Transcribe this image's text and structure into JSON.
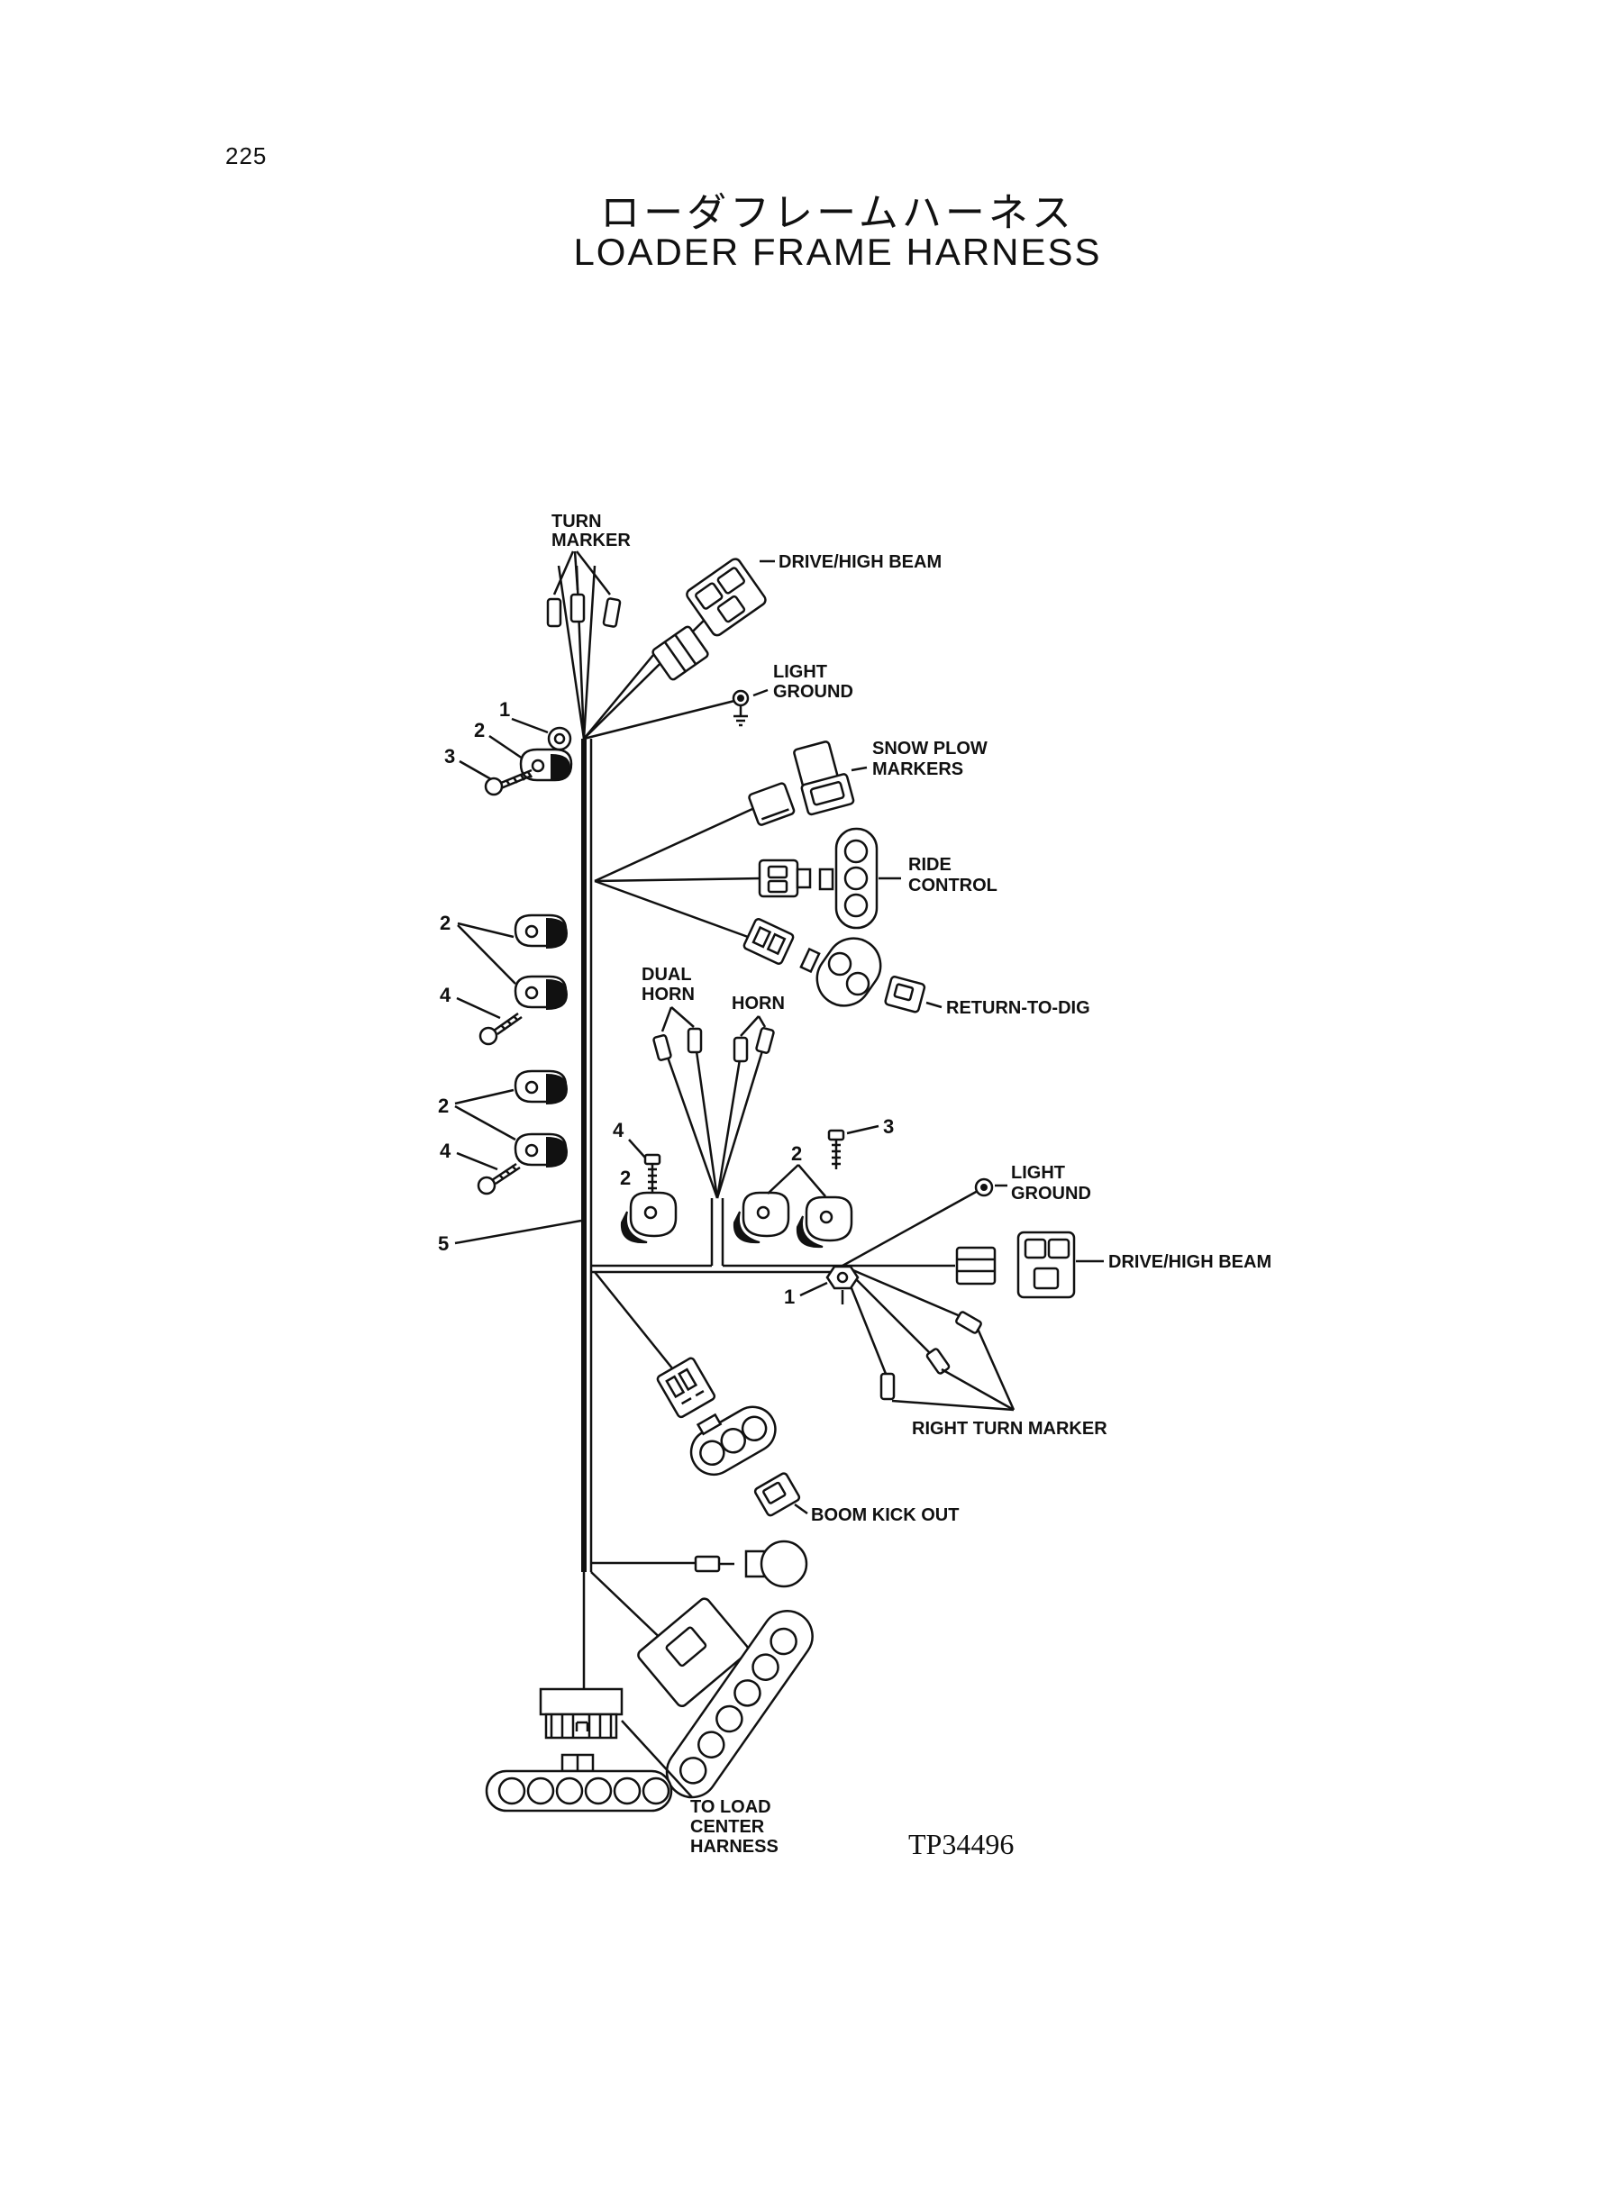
{
  "page_number": "225",
  "title_jp": "ローダフレームハーネス",
  "title_en": "LOADER FRAME HARNESS",
  "figure_ref": "TP34496",
  "labels": {
    "turn_marker": [
      "TURN",
      "MARKER"
    ],
    "drive_high_beam_top": "DRIVE/HIGH BEAM",
    "light_ground_top": [
      "LIGHT",
      "GROUND"
    ],
    "snow_plow_markers": [
      "SNOW PLOW",
      "MARKERS"
    ],
    "ride_control": [
      "RIDE",
      "CONTROL"
    ],
    "return_to_dig": "RETURN-TO-DIG",
    "dual_horn": [
      "DUAL",
      "HORN"
    ],
    "horn": "HORN",
    "light_ground_right": [
      "LIGHT",
      "GROUND"
    ],
    "drive_high_beam_right": "DRIVE/HIGH BEAM",
    "right_turn_marker": "RIGHT TURN MARKER",
    "boom_kick_out": "BOOM KICK OUT",
    "to_load_center_harness": [
      "TO LOAD",
      "CENTER",
      "HARNESS"
    ]
  },
  "callouts": {
    "n1": "1",
    "n2": "2",
    "n3": "3",
    "n4": "4",
    "n5": "5"
  }
}
